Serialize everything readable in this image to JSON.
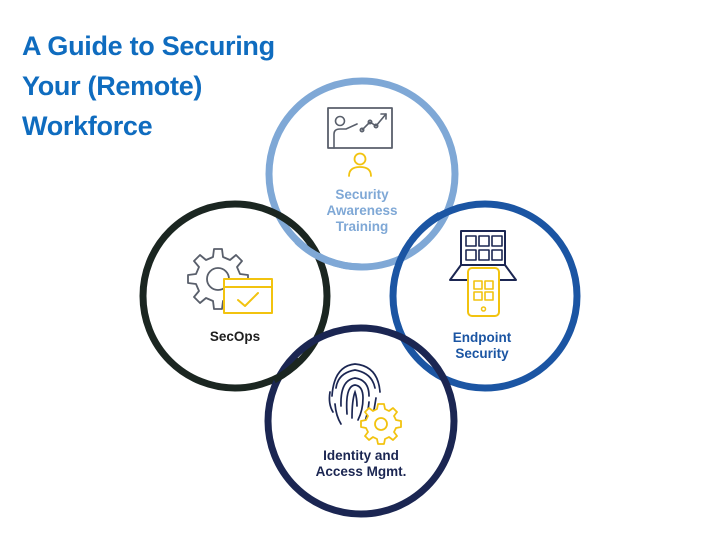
{
  "title": {
    "lines": [
      "A Guide to Securing",
      "Your (Remote)",
      "Workforce"
    ],
    "color": "#0f6cbf"
  },
  "colors": {
    "accent_yellow": "#f2c30f",
    "icon_gray": "#595f6b",
    "awareness_ring": "#7fa8d6",
    "secops_ring": "#1b2621",
    "endpoint_ring": "#1b55a3",
    "identity_ring": "#1b2652"
  },
  "circles": {
    "awareness": {
      "label_lines": [
        "Security",
        "Awareness",
        "Training"
      ],
      "icon": "presentation-training-icon",
      "label_color": "#7fa8d6"
    },
    "secops": {
      "label_lines": [
        "SecOps"
      ],
      "icon": "gear-checklist-icon",
      "label_color": "#1e1e1e"
    },
    "endpoint": {
      "label_lines": [
        "Endpoint",
        "Security"
      ],
      "icon": "laptop-phone-icon",
      "label_color": "#1b55a3"
    },
    "identity": {
      "label_lines": [
        "Identity and",
        "Access Mgmt."
      ],
      "icon": "fingerprint-gear-icon",
      "label_color": "#1b2652"
    }
  }
}
